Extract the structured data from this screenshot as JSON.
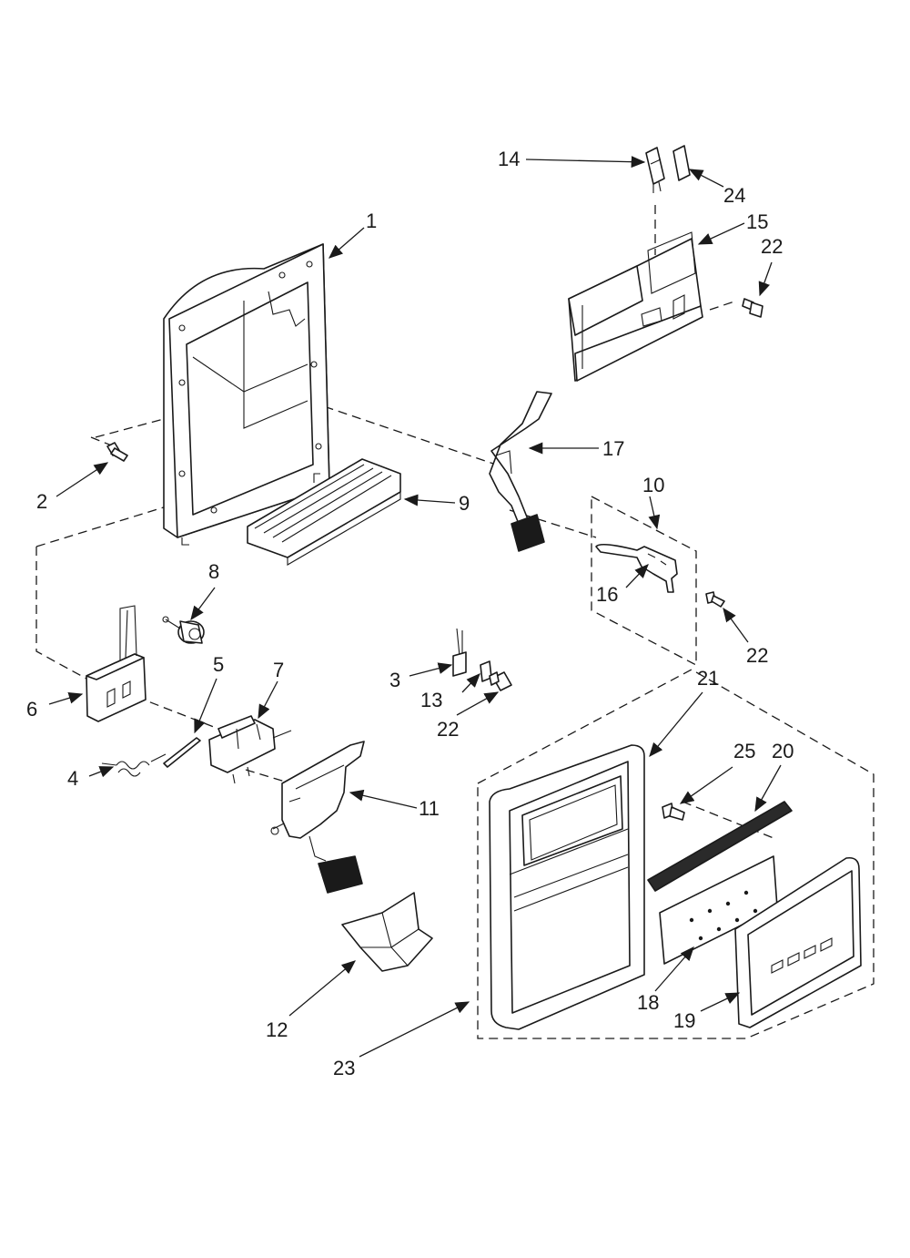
{
  "labels": {
    "p1": "1",
    "p2": "2",
    "p3": "3",
    "p4": "4",
    "p5": "5",
    "p6": "6",
    "p7": "7",
    "p8": "8",
    "p9": "9",
    "p10": "10",
    "p11": "11",
    "p12": "12",
    "p13": "13",
    "p14": "14",
    "p15": "15",
    "p16": "16",
    "p17": "17",
    "p18": "18",
    "p19": "19",
    "p20": "20",
    "p21": "21",
    "p22a": "22",
    "p22b": "22",
    "p22c": "22",
    "p23": "23",
    "p24": "24",
    "p25": "25"
  }
}
